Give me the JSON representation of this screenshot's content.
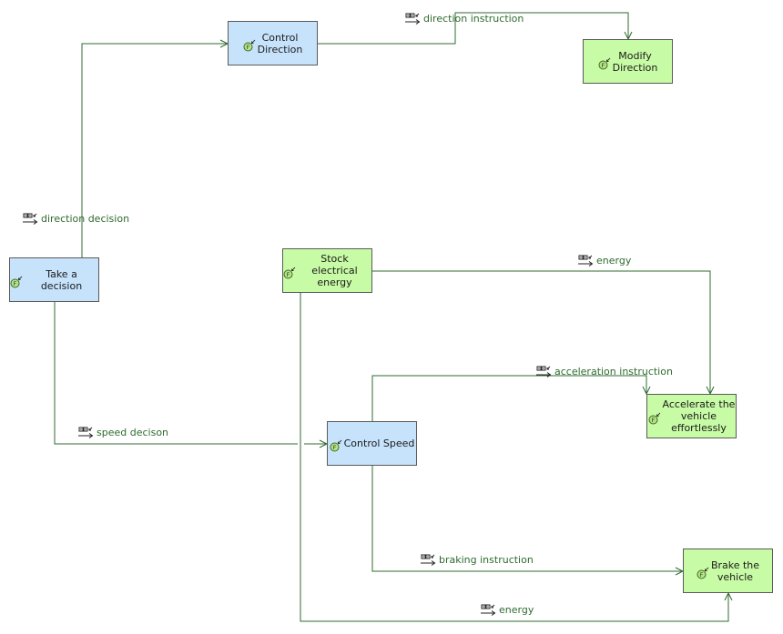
{
  "nodes": [
    {
      "id": "take-decision",
      "label": "Take a decision",
      "kind": "blue"
    },
    {
      "id": "control-direction",
      "label": "Control\nDirection",
      "kind": "blue"
    },
    {
      "id": "modify-direction",
      "label": "Modify\nDirection",
      "kind": "green"
    },
    {
      "id": "stock-energy",
      "label": "Stock electrical\nenergy",
      "kind": "green"
    },
    {
      "id": "control-speed",
      "label": "Control Speed",
      "kind": "blue"
    },
    {
      "id": "accelerate-vehicle",
      "label": "Accelerate the\nvehicle\neffortlessly",
      "kind": "green"
    },
    {
      "id": "brake-vehicle",
      "label": "Brake the\nvehicle",
      "kind": "green"
    }
  ],
  "exchanges": [
    {
      "id": "direction-instruction",
      "label": "direction instruction",
      "from": "control-direction",
      "to": "modify-direction"
    },
    {
      "id": "direction-decision",
      "label": "direction decision",
      "from": "take-decision",
      "to": "control-direction"
    },
    {
      "id": "energy-accelerate",
      "label": "energy",
      "from": "stock-energy",
      "to": "accelerate-vehicle"
    },
    {
      "id": "acceleration-instruction",
      "label": "acceleration instruction",
      "from": "control-speed",
      "to": "accelerate-vehicle"
    },
    {
      "id": "speed-decision",
      "label": "speed decison",
      "from": "take-decision",
      "to": "control-speed"
    },
    {
      "id": "braking-instruction",
      "label": "braking instruction",
      "from": "control-speed",
      "to": "brake-vehicle"
    },
    {
      "id": "energy-brake",
      "label": "energy",
      "from": "stock-energy",
      "to": "brake-vehicle"
    }
  ],
  "colors": {
    "function_system": "#c6e3fb",
    "function_leaf": "#c8fba5",
    "edge": "#2f6b2f",
    "border": "#5a5a5a"
  },
  "icons": {
    "function": "function-icon",
    "exchange": "exchange-icon"
  }
}
